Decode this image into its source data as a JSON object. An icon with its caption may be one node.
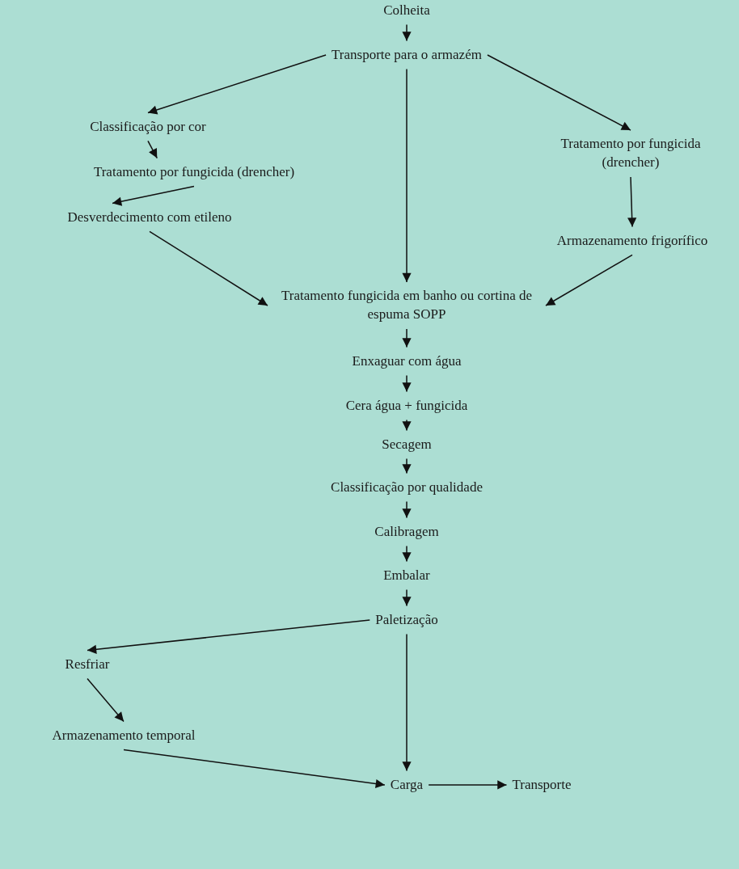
{
  "diagram": {
    "nodes": [
      {
        "text": [
          "Colheita"
        ]
      },
      {
        "text": [
          "Transporte para o armazém"
        ]
      },
      {
        "text": [
          "Classificação por cor"
        ]
      },
      {
        "text": [
          "Tratamento por fungicida (drencher)"
        ]
      },
      {
        "text": [
          "Desverdecimento com etileno"
        ]
      },
      {
        "text": [
          "Tratamento por fungicida (drencher)"
        ]
      },
      {
        "text": [
          "Armazenamento frigorífico"
        ]
      },
      {
        "text": [
          "Tratamento fungicida em banho ou cortina de espuma SOPP"
        ]
      },
      {
        "text": [
          "Enxaguar com água"
        ]
      },
      {
        "text": [
          "Cera água + fungicida"
        ]
      },
      {
        "text": [
          "Secagem"
        ]
      },
      {
        "text": [
          "Classificação por qualidade"
        ]
      },
      {
        "text": [
          "Calibragem"
        ]
      },
      {
        "text": [
          "Embalar"
        ]
      },
      {
        "text": [
          "Paletização"
        ]
      },
      {
        "text": [
          "Resfriar"
        ]
      },
      {
        "text": [
          "Armazenamento temporal"
        ]
      },
      {
        "text": [
          "Carga"
        ]
      },
      {
        "text": [
          "Transporte"
        ]
      }
    ],
    "edges": [
      {
        "from": 0,
        "to": 1,
        "arrow": "to"
      },
      {
        "from": 1,
        "to": 2,
        "arrow": "to"
      },
      {
        "from": 1,
        "to": 7,
        "arrow": "to"
      },
      {
        "from": 1,
        "to": 5,
        "arrow": "to"
      },
      {
        "from": 2,
        "to": 3,
        "arrow": "to"
      },
      {
        "from": 3,
        "to": 4,
        "arrow": "to"
      },
      {
        "from": 4,
        "to": 7,
        "arrow": "to"
      },
      {
        "from": 5,
        "to": 6,
        "arrow": "to"
      },
      {
        "from": 6,
        "to": 7,
        "arrow": "to"
      },
      {
        "from": 7,
        "to": 8,
        "arrow": "to"
      },
      {
        "from": 8,
        "to": 9,
        "arrow": "to"
      },
      {
        "from": 9,
        "to": 10,
        "arrow": "to"
      },
      {
        "from": 10,
        "to": 11,
        "arrow": "to"
      },
      {
        "from": 11,
        "to": 12,
        "arrow": "to"
      },
      {
        "from": 12,
        "to": 13,
        "arrow": "to"
      },
      {
        "from": 13,
        "to": 14,
        "arrow": "to"
      },
      {
        "from": 14,
        "to": 15,
        "arrow": "to"
      },
      {
        "from": 14,
        "to": 17,
        "arrow": "to"
      },
      {
        "from": 15,
        "to": 16,
        "arrow": "to"
      },
      {
        "from": 16,
        "to": 17,
        "arrow": "to"
      },
      {
        "from": 17,
        "to": 18,
        "arrow": "to"
      }
    ]
  }
}
